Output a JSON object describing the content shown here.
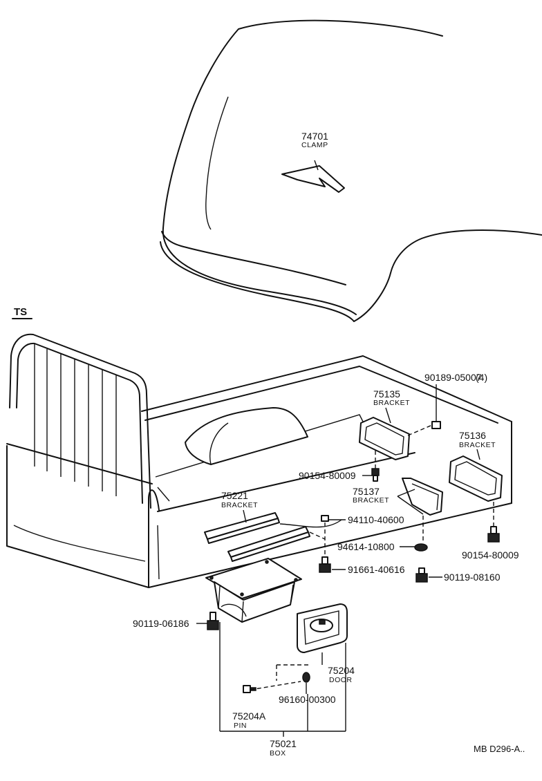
{
  "section_label": "TS",
  "diagram_code": "MB D296-A..",
  "parts": [
    {
      "id": "clamp",
      "number": "74701",
      "name": "CLAMP"
    },
    {
      "id": "bolt-05007",
      "number": "90189-05007",
      "qty": "(4)"
    },
    {
      "id": "bracket-75135",
      "number": "75135",
      "name": "BRACKET"
    },
    {
      "id": "bracket-75136",
      "number": "75136",
      "name": "BRACKET"
    },
    {
      "id": "bolt-80009-a",
      "number": "90154-80009"
    },
    {
      "id": "bracket-75137",
      "number": "75137",
      "name": "BRACKET"
    },
    {
      "id": "bracket-75221",
      "number": "75221",
      "name": "BRACKET"
    },
    {
      "id": "nut-40600",
      "number": "94110-40600"
    },
    {
      "id": "washer-10800",
      "number": "94614-10800"
    },
    {
      "id": "bolt-80009-b",
      "number": "90154-80009"
    },
    {
      "id": "bolt-40616",
      "number": "91661-40616"
    },
    {
      "id": "bolt-08160",
      "number": "90119-08160"
    },
    {
      "id": "bolt-06186",
      "number": "90119-06186"
    },
    {
      "id": "door",
      "number": "75204",
      "name": "DOOR"
    },
    {
      "id": "nut-00300",
      "number": "96160-00300"
    },
    {
      "id": "pin",
      "number": "75204A",
      "name": "PIN"
    },
    {
      "id": "box",
      "number": "75021",
      "name": "BOX"
    }
  ]
}
